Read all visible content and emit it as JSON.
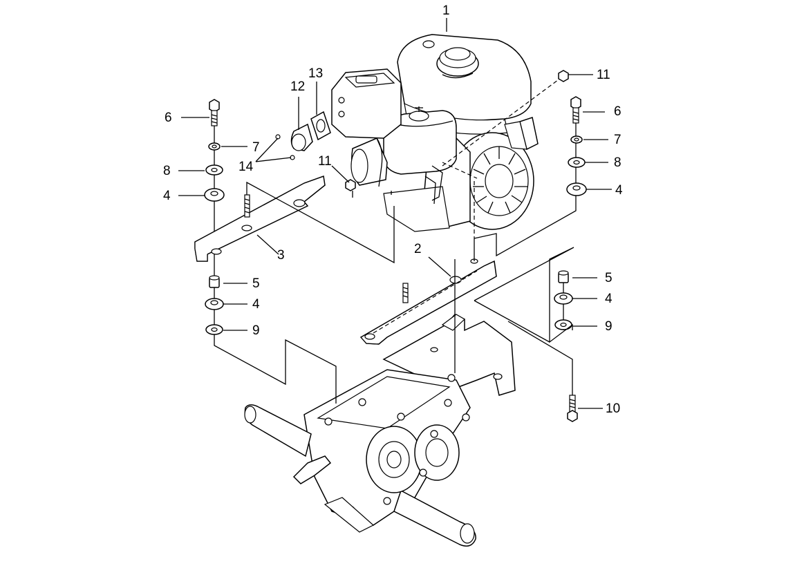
{
  "callouts": {
    "c1": "1",
    "c2": "2",
    "c3": "3",
    "c4_left_upper": "4",
    "c4_left_lower": "4",
    "c4_right_upper": "4",
    "c4_right_lower": "4",
    "c5_left": "5",
    "c5_right": "5",
    "c6_left": "6",
    "c6_right": "6",
    "c7_left": "7",
    "c7_right": "7",
    "c8_left": "8",
    "c8_right": "8",
    "c9_left": "9",
    "c9_right": "9",
    "c10": "10",
    "c11_top": "11",
    "c11_mid": "11",
    "c12": "12",
    "c13": "13",
    "c14": "14"
  }
}
